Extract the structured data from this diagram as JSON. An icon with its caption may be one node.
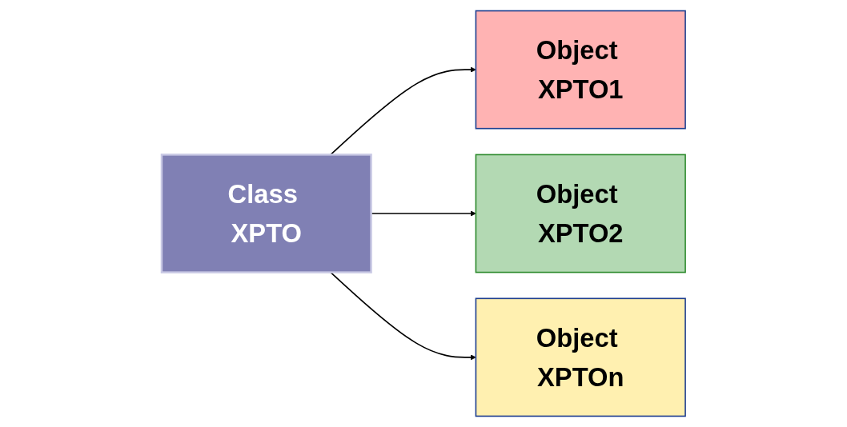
{
  "diagram": {
    "nodes": [
      {
        "text": [
          "Class XPTO"
        ]
      },
      {
        "text": [
          "Object XPTO1"
        ]
      },
      {
        "text": [
          "Object XPTO2"
        ]
      },
      {
        "text": [
          "Object XPTOn"
        ]
      }
    ],
    "edges": [
      {
        "from": 0,
        "to": 1,
        "arrow": "to"
      },
      {
        "from": 0,
        "to": 2,
        "arrow": "to"
      },
      {
        "from": 0,
        "to": 3,
        "arrow": "to"
      }
    ]
  }
}
